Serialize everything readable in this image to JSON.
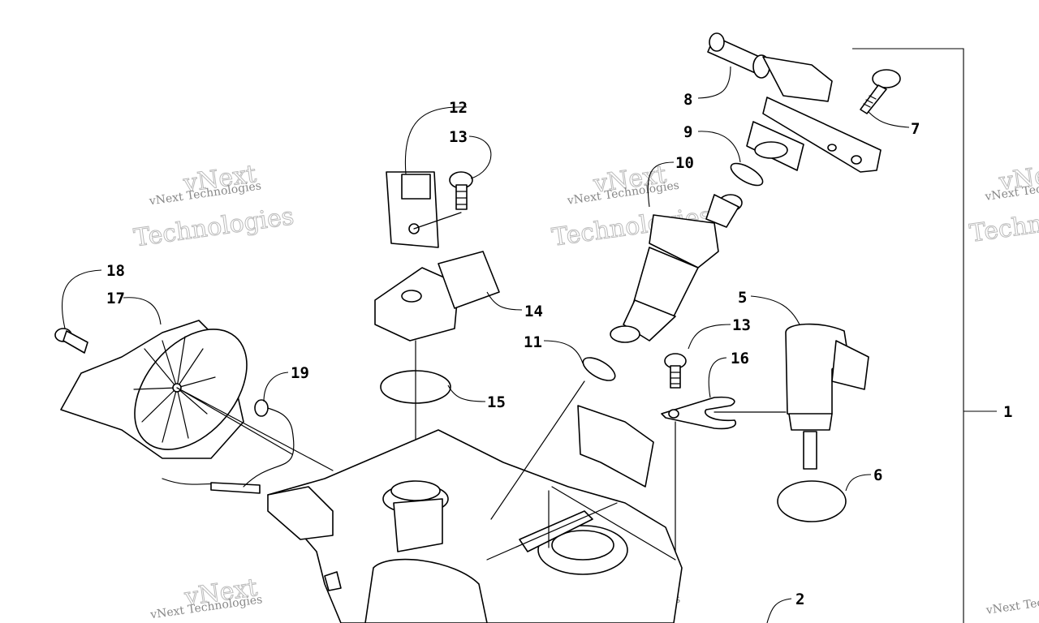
{
  "diagram": {
    "callouts": [
      "1",
      "2",
      "5",
      "6",
      "7",
      "8",
      "9",
      "10",
      "11",
      "12",
      "13",
      "13",
      "14",
      "15",
      "16",
      "17",
      "18",
      "19"
    ]
  },
  "watermark": {
    "line1": "vNext Technologies",
    "big_line1": "vNext",
    "big_line2": "Technologies"
  }
}
